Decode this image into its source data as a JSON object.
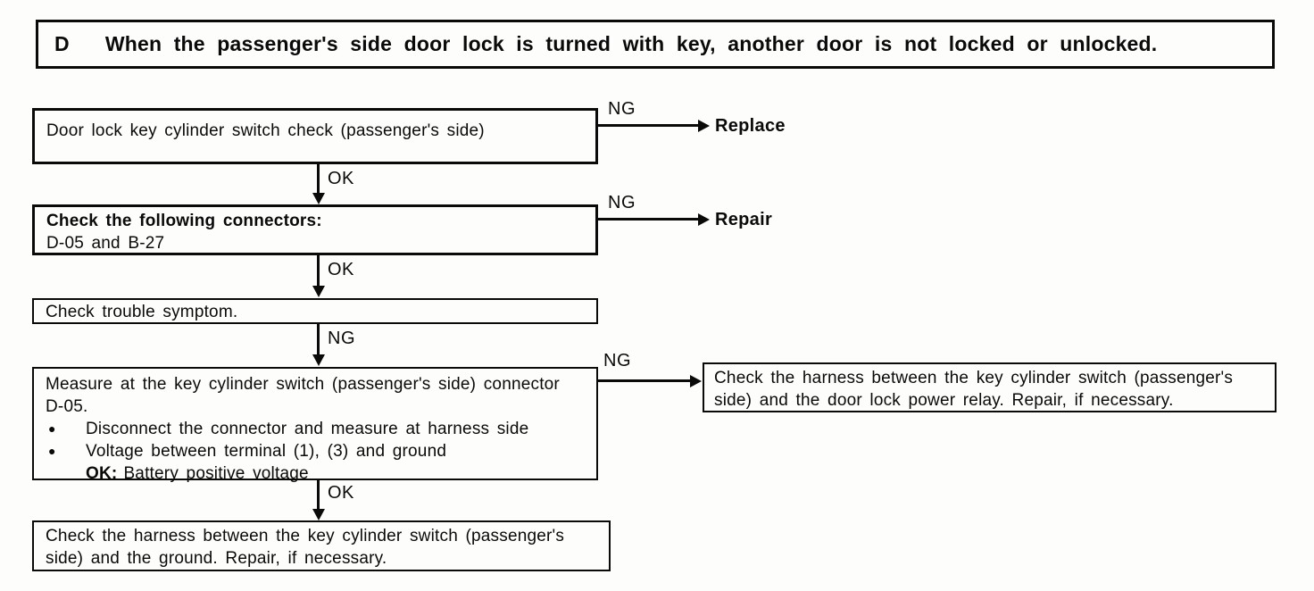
{
  "header": {
    "code": "D",
    "title": "When the passenger's side door lock is turned with key, another door is not locked or unlocked."
  },
  "labels": {
    "ok": "OK",
    "ng": "NG"
  },
  "icons": {
    "bullet": "●"
  },
  "steps": {
    "step1": {
      "text": "Door lock key cylinder switch check (passenger's side)"
    },
    "step2": {
      "heading": "Check the following connectors:",
      "detail": "D-05 and B-27"
    },
    "step3": {
      "text": "Check trouble symptom."
    },
    "step4": {
      "intro": "Measure at the key cylinder switch (passenger's side) connector D-05.",
      "bullets": [
        "Disconnect the connector and measure at harness side",
        "Voltage between terminal (1), (3) and ground"
      ],
      "ok_prefix": "OK:",
      "ok_value": "Battery positive voltage"
    },
    "step5": {
      "text": "Check the harness between the key cylinder switch (passenger's side) and the ground. Repair, if necessary."
    }
  },
  "outcomes": {
    "replace": "Replace",
    "repair": "Repair",
    "relay_check": "Check the harness between the key cylinder switch (passenger's side) and the door lock power relay. Repair, if necessary."
  }
}
